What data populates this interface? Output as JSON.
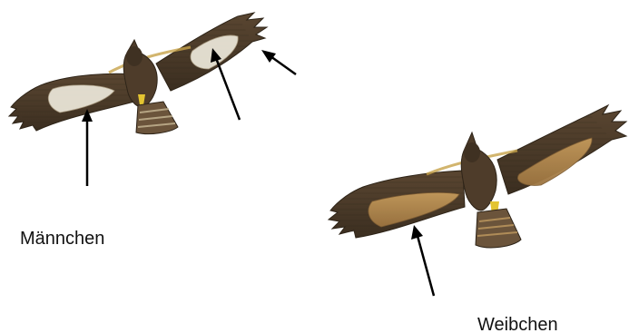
{
  "labels": {
    "male": "Männchen",
    "female": "Weibchen"
  },
  "colors": {
    "plumage_dark": "#4e3c2a",
    "plumage_mid": "#6b543b",
    "feather_edge": "#2e2418",
    "wing_patch_male": "#e9e4d6",
    "wing_patch_female": "#b58d52",
    "nape_gold": "#c7a24a",
    "cere_yellow": "#e3c431",
    "arrow": "#000000"
  },
  "subjects": [
    {
      "id": "male-eagle",
      "depiction": "Schelladler im Flug von unten"
    },
    {
      "id": "female-eagle",
      "depiction": "Schelladler im Flug von unten"
    }
  ]
}
